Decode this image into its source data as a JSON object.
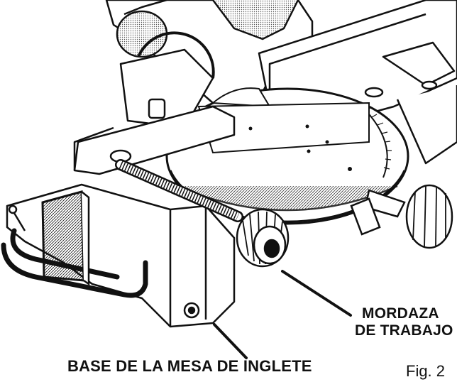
{
  "callouts": {
    "work_clamp_line1": "MORDAZA",
    "work_clamp_line2": "DE TRABAJO",
    "miter_table_base": "BASE DE LA MESA DE INGLETE"
  },
  "figure_label": "Fig. 2",
  "colors": {
    "ink": "#111111",
    "paper": "#ffffff",
    "shade": "#9a9a9a"
  }
}
